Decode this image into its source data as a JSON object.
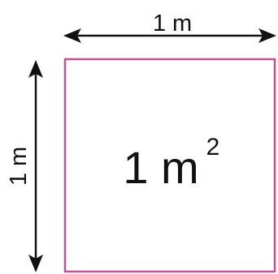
{
  "labels": {
    "top_dimension": "1 m",
    "side_dimension": "1 m",
    "area_value": "1 m",
    "area_exponent": "2"
  },
  "colors": {
    "square_border": "#c0509a",
    "arrow": "#111111",
    "text": "#111111"
  }
}
